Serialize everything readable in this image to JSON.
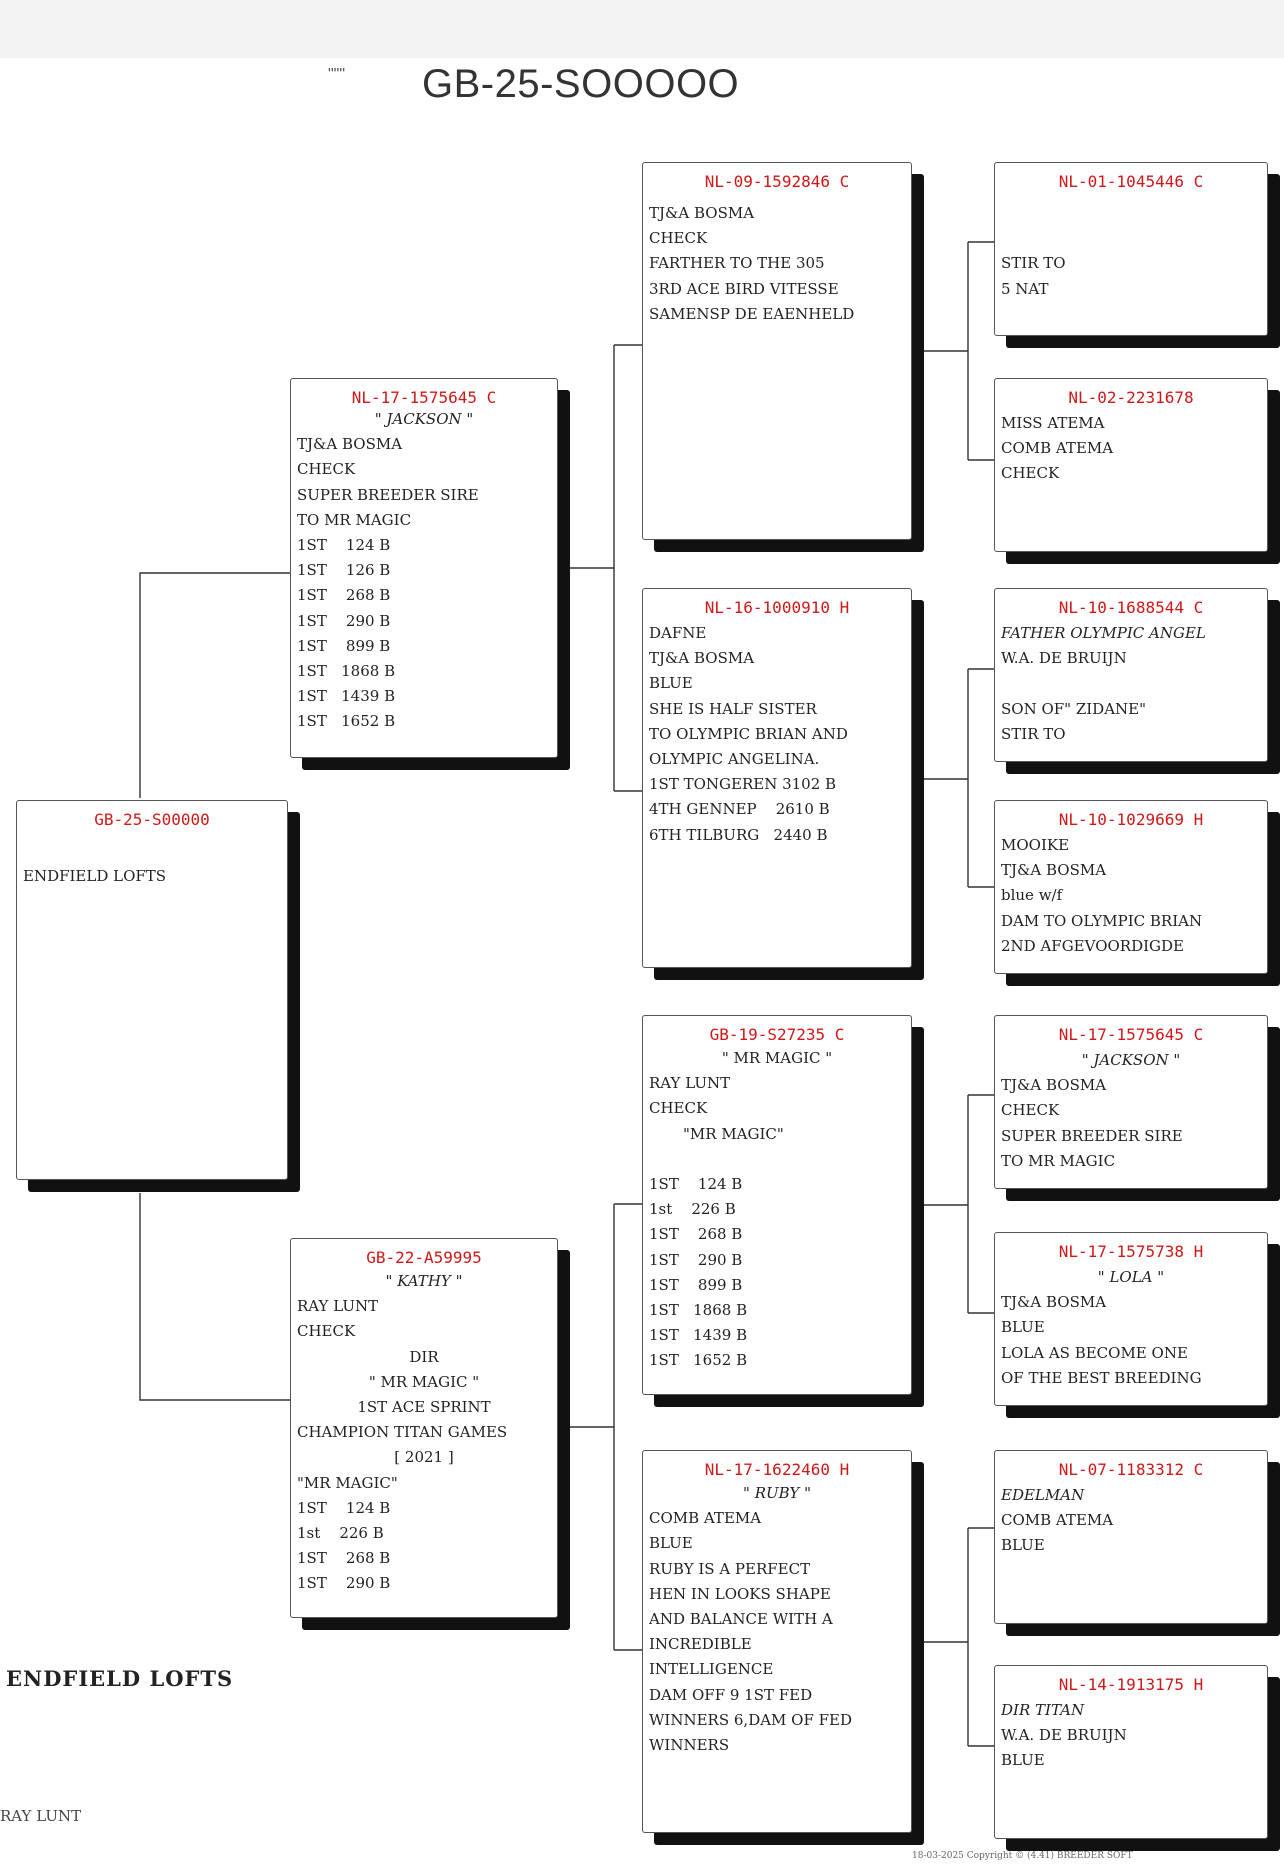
{
  "header": {
    "mark": "\"\"\"",
    "title": "GB-25-SOOOOO"
  },
  "pigeons": [
    {
      "ring": "GB-25-S00000",
      "lines": [
        "",
        "ENDFIELD LOFTS"
      ]
    },
    {
      "ring": "NL-17-1575645 C",
      "lines": [
        "\" JACKSON \"",
        "TJ&A BOSMA",
        "CHECK",
        "SUPER BREEDER SIRE",
        "TO MR MAGIC",
        "1ST    124 B",
        "1ST    126 B",
        "1ST    268 B",
        "1ST    290 B",
        "1ST    899 B",
        "1ST   1868 B",
        "1ST   1439 B",
        "1ST   1652 B"
      ]
    },
    {
      "ring": "GB-22-A59995",
      "lines": [
        "\" KATHY \"",
        "RAY LUNT",
        "CHECK",
        "DIR",
        "\" MR MAGIC \"",
        "1ST ACE SPRINT",
        "CHAMPION TITAN GAMES",
        "[ 2021 ]",
        "\"MR MAGIC\"",
        "1ST    124 B",
        "1st    226 B",
        "1ST    268 B",
        "1ST    290 B"
      ]
    },
    {
      "ring": "NL-09-1592846 C",
      "lines": [
        "TJ&A BOSMA",
        "CHECK",
        "FARTHER TO THE 305",
        "3RD ACE BIRD VITESSE",
        "SAMENSP DE EAENHELD"
      ]
    },
    {
      "ring": "NL-16-1000910 H",
      "lines": [
        "DAFNE",
        "TJ&A BOSMA",
        "BLUE",
        "SHE IS HALF SISTER",
        "TO OLYMPIC BRIAN AND",
        "OLYMPIC ANGELINA.",
        "1ST TONGEREN 3102 B",
        "4TH GENNEP    2610 B",
        "6TH TILBURG   2440 B"
      ]
    },
    {
      "ring": "GB-19-S27235 C",
      "lines": [
        "\" MR MAGIC \"",
        "RAY LUNT",
        "CHECK",
        "\"MR MAGIC\"",
        "",
        "1ST    124 B",
        "1st    226 B",
        "1ST    268 B",
        "1ST    290 B",
        "1ST    899 B",
        "1ST   1868 B",
        "1ST   1439 B",
        "1ST   1652 B"
      ]
    },
    {
      "ring": "NL-17-1622460 H",
      "lines": [
        "\" RUBY \"",
        "COMB ATEMA",
        "BLUE",
        "RUBY IS A PERFECT",
        "HEN IN LOOKS SHAPE",
        "AND BALANCE WITH A",
        "INCREDIBLE",
        "INTELLIGENCE",
        "DAM OFF 9 1ST FED",
        "WINNERS 6,DAM OF FED",
        "WINNERS"
      ]
    },
    {
      "ring": "NL-01-1045446 C",
      "lines": [
        "",
        "",
        "STIR TO",
        "5 NAT"
      ]
    },
    {
      "ring": "NL-02-2231678",
      "lines": [
        "MISS ATEMA",
        "COMB ATEMA",
        "CHECK"
      ]
    },
    {
      "ring": "NL-10-1688544 C",
      "lines": [
        "FATHER OLYMPIC ANGEL",
        "W.A. DE BRUIJN",
        "",
        "SON OF\" ZIDANE\"",
        "STIR TO"
      ]
    },
    {
      "ring": "NL-10-1029669 H",
      "lines": [
        "MOOIKE",
        "TJ&A BOSMA",
        "blue w/f",
        "DAM TO OLYMPIC BRIAN",
        "2ND AFGEVOORDIGDE"
      ]
    },
    {
      "ring": "NL-17-1575645 C",
      "lines": [
        "\" JACKSON \"",
        "TJ&A BOSMA",
        "CHECK",
        "SUPER BREEDER SIRE",
        "TO MR MAGIC"
      ]
    },
    {
      "ring": "NL-17-1575738 H",
      "lines": [
        "\" LOLA \"",
        "TJ&A BOSMA",
        "BLUE",
        "LOLA AS BECOME ONE",
        "OF THE BEST BREEDING"
      ]
    },
    {
      "ring": "NL-07-1183312 C",
      "lines": [
        "EDELMAN",
        "COMB ATEMA",
        "BLUE"
      ]
    },
    {
      "ring": "NL-14-1913175 H",
      "lines": [
        "DIR TITAN",
        "W.A. DE BRUIJN",
        "BLUE"
      ]
    }
  ],
  "footer": {
    "loft_name": "ENDFIELD LOFTS",
    "owner": "RAY LUNT",
    "fineprint": "18-03-2025    Copyright © (4.41)  BREEDER SOFT"
  }
}
